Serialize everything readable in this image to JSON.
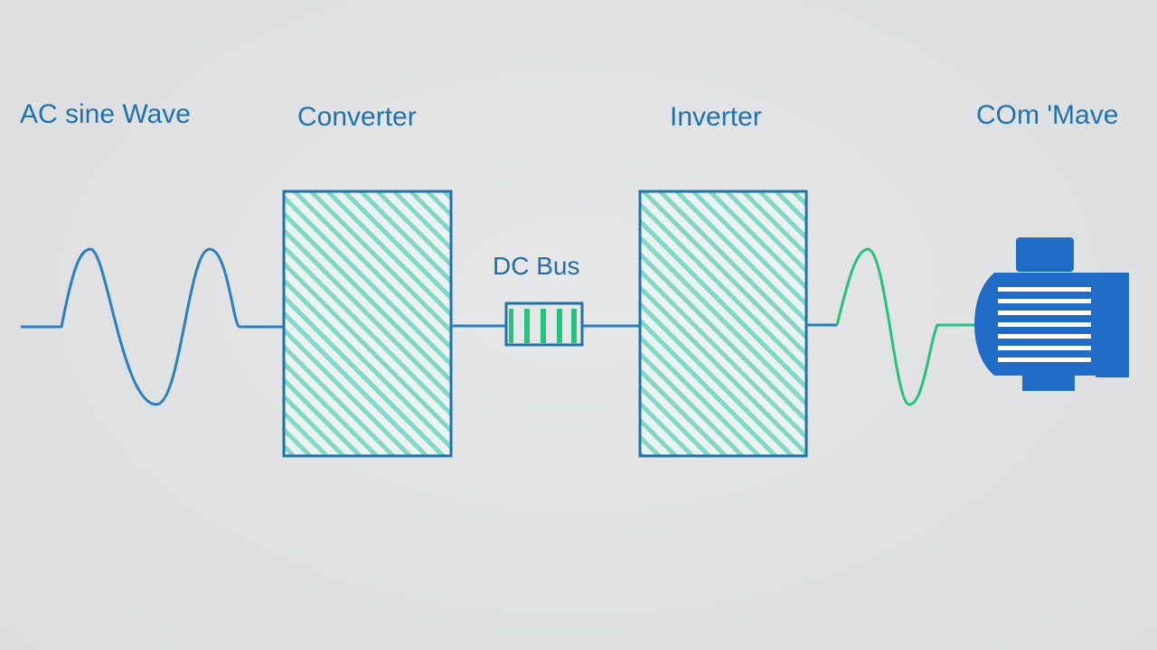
{
  "diagram": {
    "labels": {
      "ac_source": "AC sine Wave",
      "converter": "Converter",
      "inverter": "Inverter",
      "output": "COm 'Mave",
      "dc_bus": "DC Bus"
    },
    "icons": {
      "input_wave": "sine-wave-icon",
      "output_wave": "sine-wave-icon",
      "capacitor": "capacitor-icon",
      "motor": "motor-icon"
    },
    "colors": {
      "background": "#e0e1e2",
      "primary_blue": "#1f72ad",
      "line_blue": "#2a7fc0",
      "motor_blue": "#1f6bc6",
      "accent_green": "#22c37a",
      "hatch_teal": "#7fd3c4"
    }
  }
}
